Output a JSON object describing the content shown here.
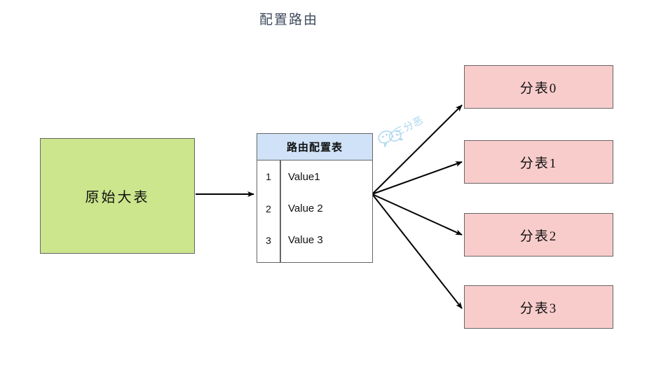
{
  "diagram": {
    "title": "配置路由",
    "background_color": "#ffffff"
  },
  "source": {
    "label": "原始大表",
    "fill_color": "#cbe68c",
    "border_color": "#666666"
  },
  "routing_table": {
    "header": "路由配置表",
    "header_fill": "#cfe2f7",
    "border_color": "#666666",
    "columns": [
      "key",
      "value"
    ],
    "rows": [
      {
        "key": "1",
        "value": "Value1"
      },
      {
        "key": "2",
        "value": "Value 2"
      },
      {
        "key": "3",
        "value": "Value 3"
      }
    ]
  },
  "shards": {
    "fill_color": "#f9cccc",
    "border_color": "#666666",
    "items": [
      {
        "label": "分表0"
      },
      {
        "label": "分表1"
      },
      {
        "label": "分表2"
      },
      {
        "label": "分表3"
      }
    ]
  },
  "watermark": {
    "text": "三分恶",
    "color": "#a8d4f0",
    "icon": "wechat-icon"
  },
  "connectors": {
    "color": "#000000",
    "source_to_table": "原始大表 → 路由配置表",
    "fanout_labels": [
      "→ 分表0",
      "→ 分表1",
      "→ 分表2",
      "→ 分表3"
    ]
  }
}
